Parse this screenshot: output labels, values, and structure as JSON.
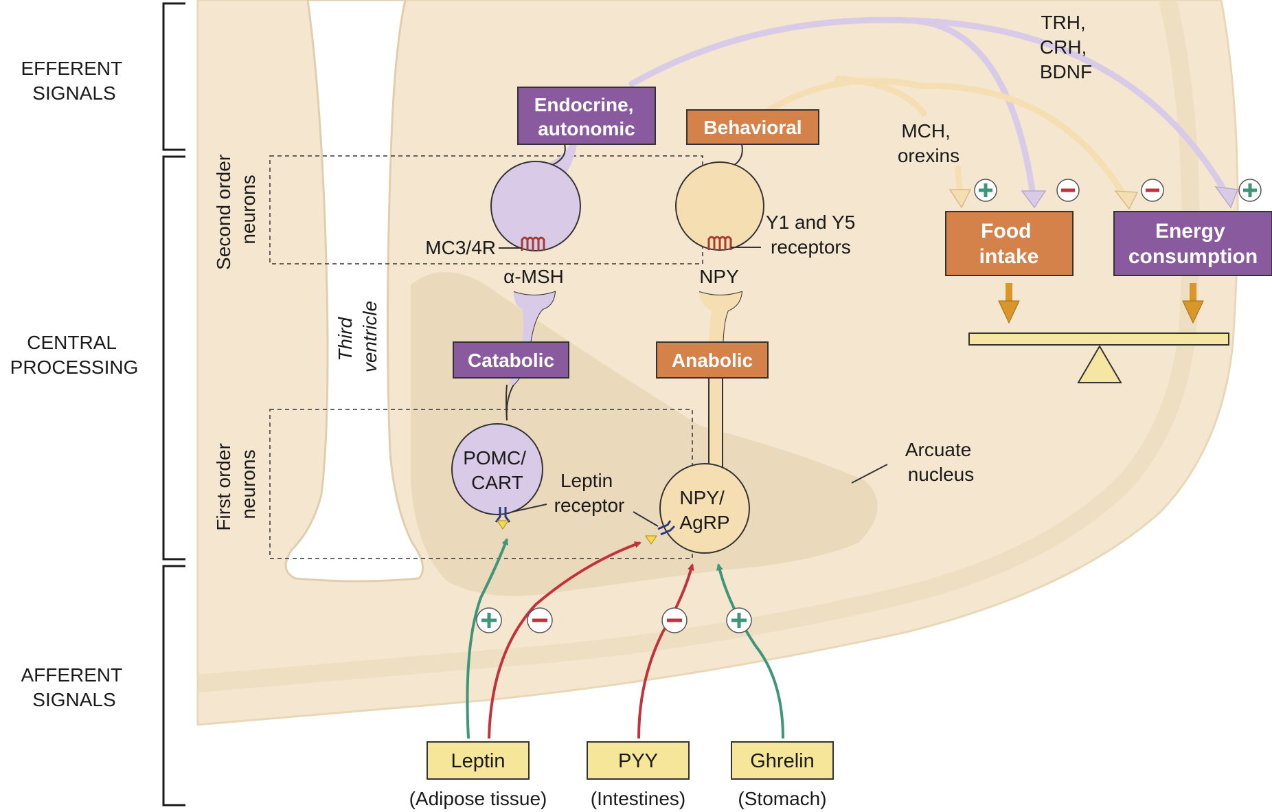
{
  "side_labels": {
    "efferent": [
      "EFFERENT",
      "SIGNALS"
    ],
    "central": [
      "CENTRAL",
      "PROCESSING"
    ],
    "afferent": [
      "AFFERENT",
      "SIGNALS"
    ]
  },
  "neuron_groups": {
    "second_order": [
      "Second order",
      "neurons"
    ],
    "first_order": [
      "First order",
      "neurons"
    ]
  },
  "third_ventricle": [
    "Third",
    "ventricle"
  ],
  "boxes": {
    "endocrine": [
      "Endocrine,",
      "autonomic"
    ],
    "behavioral": "Behavioral",
    "catabolic": "Catabolic",
    "anabolic": "Anabolic",
    "food_intake": [
      "Food",
      "intake"
    ],
    "energy_consumption": [
      "Energy",
      "consumption"
    ]
  },
  "neurons": {
    "pomc": [
      "POMC/",
      "CART"
    ],
    "npy_agrp": [
      "NPY/",
      "AgRP"
    ]
  },
  "receptor_labels": {
    "mc34r": "MC3/4R",
    "y1y5": [
      "Y1 and Y5",
      "receptors"
    ],
    "leptin_receptor": [
      "Leptin",
      "receptor"
    ]
  },
  "transmitters": {
    "amsh": "α-MSH",
    "npy": "NPY"
  },
  "efferent_mediators": {
    "trh_group": [
      "TRH,",
      "CRH,",
      "BDNF"
    ],
    "mch_group": [
      "MCH,",
      "orexins"
    ]
  },
  "arcuate": [
    "Arcuate",
    "nucleus"
  ],
  "afferent_signals": [
    {
      "name": "Leptin",
      "source": "(Adipose tissue)"
    },
    {
      "name": "PYY",
      "source": "(Intestines)"
    },
    {
      "name": "Ghrelin",
      "source": "(Stomach)"
    }
  ],
  "signs": {
    "plus": "+",
    "minus": "−"
  },
  "colors": {
    "purple": "#8a5a9e",
    "orange": "#d5824a",
    "yellow_box": "#f5e69a",
    "hypothalamus": "#f4e6cf",
    "hypothalamus_edge": "#e9d8b7",
    "arcuate": "#ead9bb",
    "green": "#3e9579",
    "red": "#c2323c",
    "lavender": "#d9cbe8",
    "peach": "#f6deb3",
    "balance": "#f5e7a3"
  }
}
